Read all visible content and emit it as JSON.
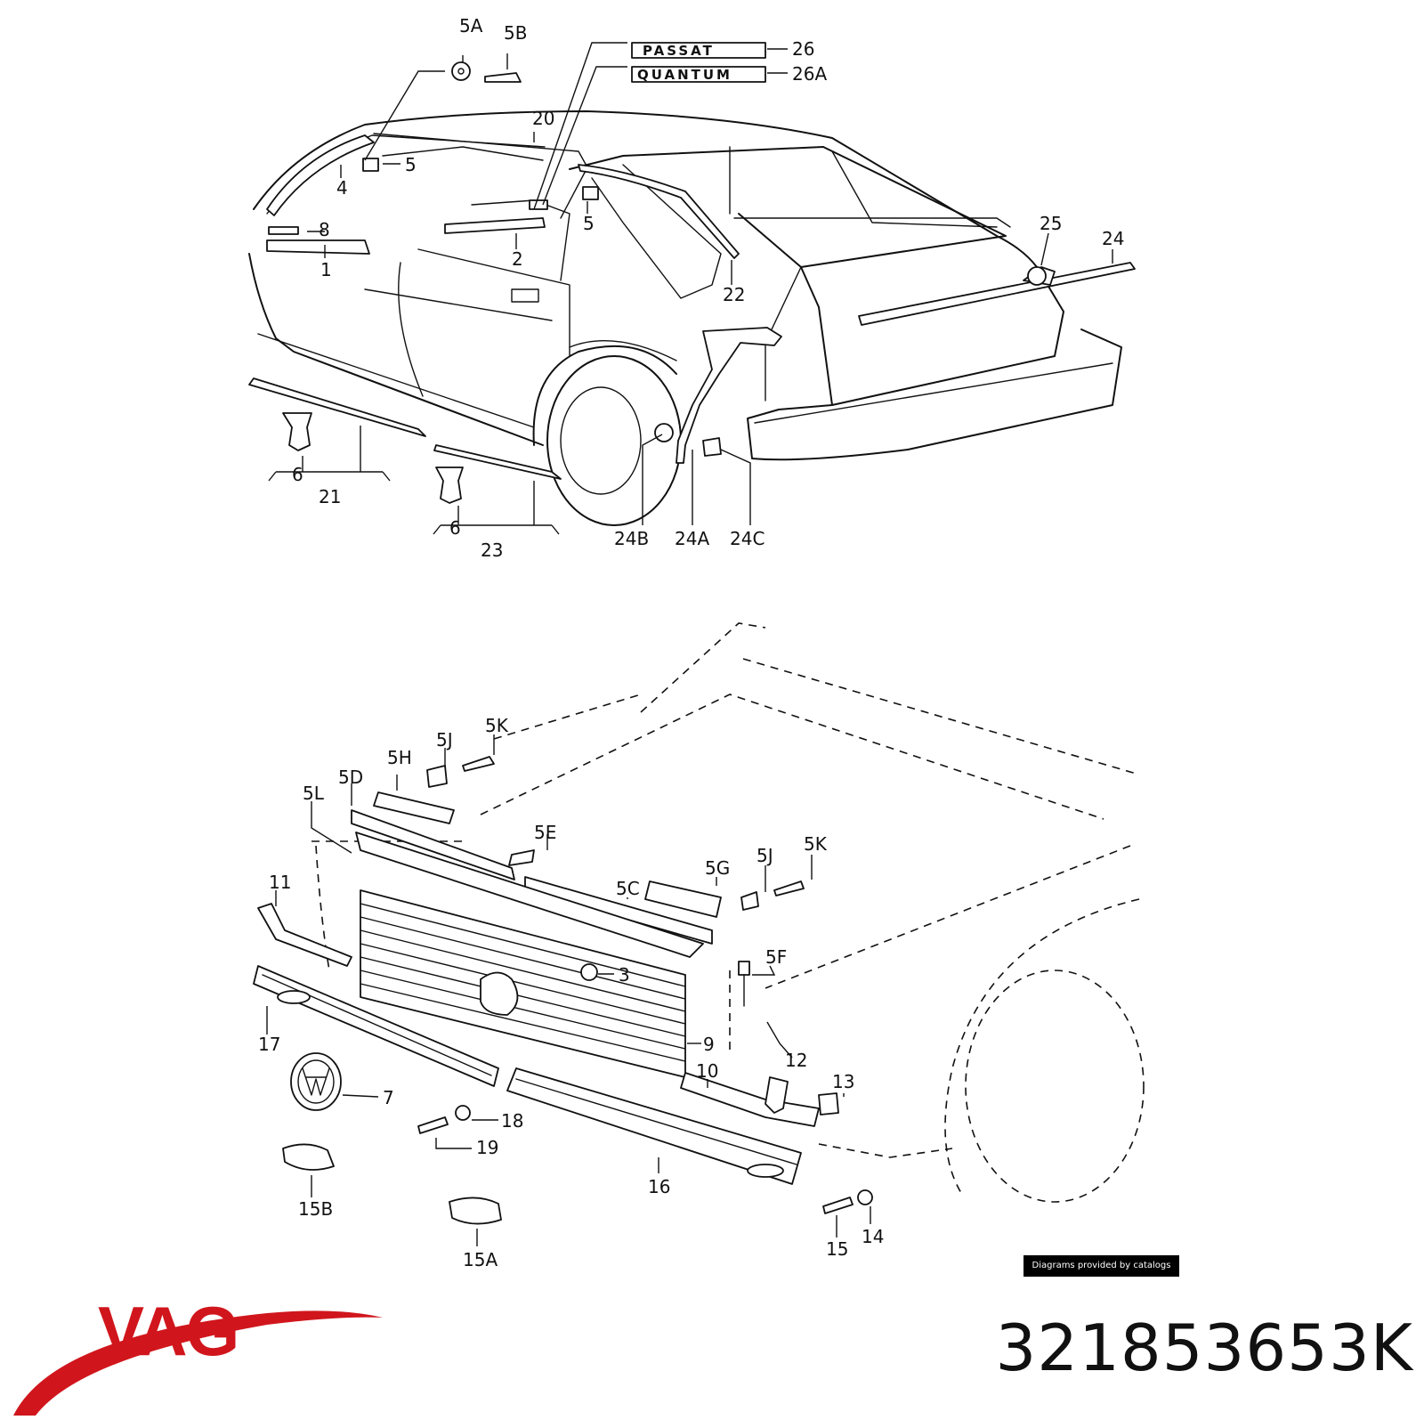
{
  "brand": {
    "name": "VAG",
    "logo_color": "#d0161c"
  },
  "part_number": "321853653K",
  "credit": "Diagrams provided by catalogs parts",
  "badges": {
    "passat": "PASSAT",
    "quantum": "QUANTUM"
  },
  "rear_callouts": [
    "5A",
    "5B",
    "26",
    "26A",
    "20",
    "5",
    "4",
    "5",
    "8",
    "1",
    "2",
    "22",
    "25",
    "24",
    "6",
    "21",
    "6",
    "23",
    "24B",
    "24A",
    "24C"
  ],
  "front_callouts": [
    "5K",
    "5J",
    "5H",
    "5D",
    "5L",
    "5E",
    "5K",
    "5J",
    "5G",
    "5C",
    "11",
    "3",
    "5F",
    "9",
    "17",
    "12",
    "10",
    "13",
    "7",
    "18",
    "19",
    "16",
    "15B",
    "15A",
    "15",
    "14"
  ]
}
